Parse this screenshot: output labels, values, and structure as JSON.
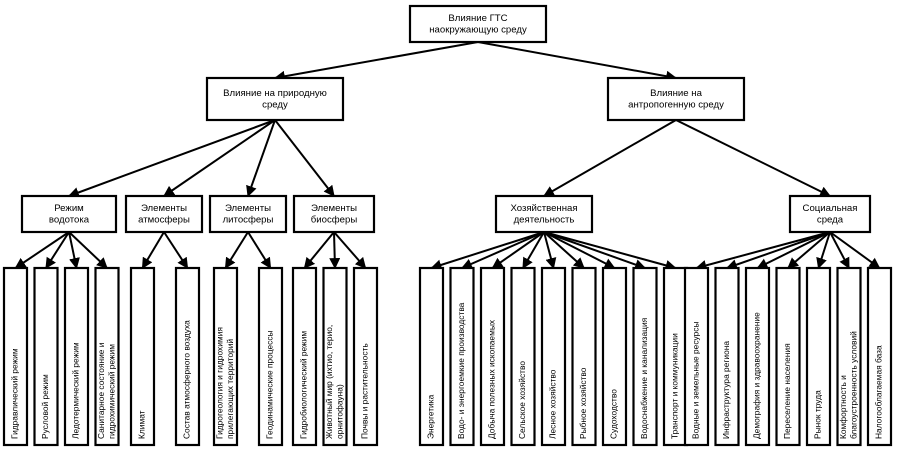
{
  "diagram": {
    "title": "Влияние ГТС наокружающую среду",
    "type": "hierarchical-tree",
    "root": {
      "id": "root",
      "lines": [
        "Влияние ГТС",
        "наокружающую среду"
      ]
    },
    "level2": [
      {
        "id": "natural",
        "lines": [
          "Влияние на природную",
          "среду"
        ]
      },
      {
        "id": "anthropogenic",
        "lines": [
          "Влияние на",
          "антропогенную среду"
        ]
      }
    ],
    "level3": [
      {
        "id": "water-regime",
        "parent": "natural",
        "lines": [
          "Режим",
          "водотока"
        ]
      },
      {
        "id": "atmosphere",
        "parent": "natural",
        "lines": [
          "Элементы",
          "атмосферы"
        ]
      },
      {
        "id": "lithosphere",
        "parent": "natural",
        "lines": [
          "Элементы",
          "литосферы"
        ]
      },
      {
        "id": "biosphere",
        "parent": "natural",
        "lines": [
          "Элементы",
          "биосферы"
        ]
      },
      {
        "id": "economic",
        "parent": "anthropogenic",
        "lines": [
          "Хозяйственная",
          "деятельность"
        ]
      },
      {
        "id": "social",
        "parent": "anthropogenic",
        "lines": [
          "Социальная",
          "среда"
        ]
      }
    ],
    "leaves": {
      "water-regime": [
        {
          "lines": [
            "Гидравлический режим"
          ]
        },
        {
          "lines": [
            "Русловой режим"
          ]
        },
        {
          "lines": [
            "Ледотермический режим"
          ]
        },
        {
          "lines": [
            "Санитарное состояние и",
            "гидрохимический режим"
          ]
        }
      ],
      "atmosphere": [
        {
          "lines": [
            "Климат"
          ]
        },
        {
          "lines": [
            "Состав атмосферного воздуха"
          ]
        }
      ],
      "lithosphere": [
        {
          "lines": [
            "Гидрогеология и гидрохимия",
            "прилегающих территорий"
          ]
        },
        {
          "lines": [
            "Геодинамические процессы"
          ]
        }
      ],
      "biosphere": [
        {
          "lines": [
            "Гидробиологический режим"
          ]
        },
        {
          "lines": [
            "Животный мир (ихтио, терио,",
            "орнитофауна)"
          ]
        },
        {
          "lines": [
            "Почвы и растительность"
          ]
        }
      ],
      "economic": [
        {
          "lines": [
            "Энергетика"
          ]
        },
        {
          "lines": [
            "Водо- и энергоемкие производства"
          ]
        },
        {
          "lines": [
            "Добыча полезных ископаемых"
          ]
        },
        {
          "lines": [
            "Сельское хозяйство"
          ]
        },
        {
          "lines": [
            "Лесное хозяйство"
          ]
        },
        {
          "lines": [
            "Рыбное хозяйство"
          ]
        },
        {
          "lines": [
            "Судоходство"
          ]
        },
        {
          "lines": [
            "Водоснабжение и канализация"
          ]
        },
        {
          "lines": [
            "Транспорт и коммуникации"
          ]
        }
      ],
      "social": [
        {
          "lines": [
            "Водные и земельные ресурсы"
          ]
        },
        {
          "lines": [
            "Инфраструктура региона"
          ]
        },
        {
          "lines": [
            "Демография и здравоохранение"
          ]
        },
        {
          "lines": [
            "Переселение населения"
          ]
        },
        {
          "lines": [
            "Рынок труда"
          ]
        },
        {
          "lines": [
            "Комфортность и",
            "благоустроенность условий"
          ]
        },
        {
          "lines": [
            "Налогооблагаемая база"
          ]
        }
      ]
    },
    "colors": {
      "background": "#ffffff",
      "stroke": "#000000",
      "fill": "#ffffff",
      "text": "#000000"
    }
  }
}
